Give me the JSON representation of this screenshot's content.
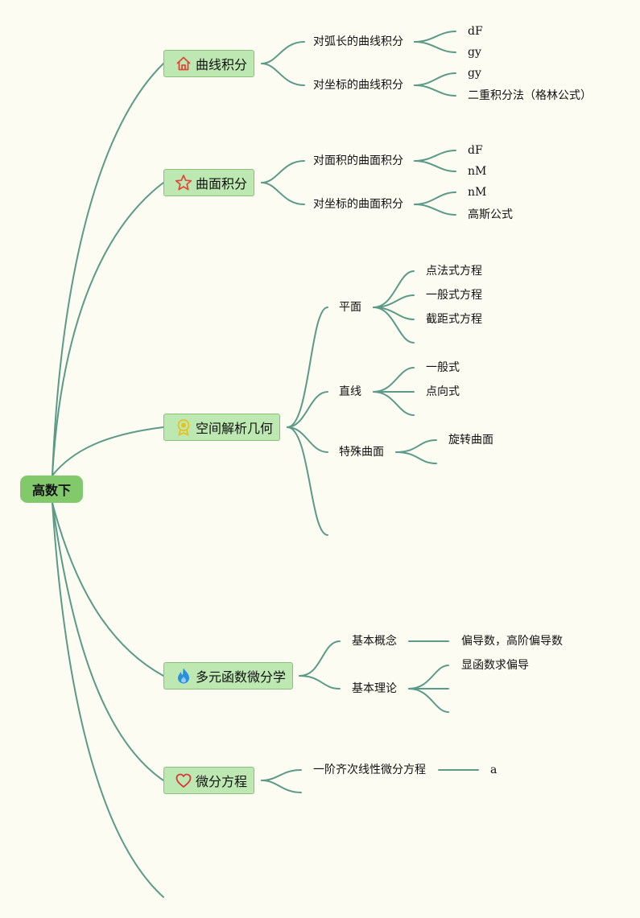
{
  "root": "高数下",
  "branches": [
    {
      "label": "曲线积分",
      "icon": "house-icon",
      "children": [
        {
          "label": "对弧长的曲线积分",
          "children": [
            "dF",
            "gy"
          ]
        },
        {
          "label": "对坐标的曲线积分",
          "children": [
            "gy",
            "二重积分法（格林公式）"
          ]
        }
      ]
    },
    {
      "label": "曲面积分",
      "icon": "star-icon",
      "children": [
        {
          "label": "对面积的曲面积分",
          "children": [
            "dF",
            "nM"
          ]
        },
        {
          "label": "对坐标的曲面积分",
          "children": [
            "nM",
            "高斯公式"
          ]
        }
      ]
    },
    {
      "label": "空间解析几何",
      "icon": "medal-icon",
      "children": [
        {
          "label": "平面",
          "children": [
            "点法式方程",
            "一般式方程",
            "截距式方程"
          ]
        },
        {
          "label": "直线",
          "children": [
            "一般式",
            "点向式"
          ]
        },
        {
          "label": "特殊曲面",
          "children": [
            "旋转曲面"
          ]
        }
      ]
    },
    {
      "label": "多元函数微分学",
      "icon": "flame-icon",
      "children": [
        {
          "label": "基本概念",
          "children": [
            "偏导数，高阶偏导数"
          ]
        },
        {
          "label": "基本理论",
          "children": [
            "显函数求偏导"
          ]
        }
      ]
    },
    {
      "label": "微分方程",
      "icon": "heart-icon",
      "children": [
        {
          "label": "一阶齐次线性微分方程",
          "children": [
            "a"
          ]
        }
      ]
    }
  ],
  "colors": {
    "background": "#fdfcf2",
    "root_fill": "#82c96c",
    "branch_fill": "#bde8b2",
    "branch_border": "#88c27a",
    "connector": "#5b9a89",
    "house_icon": "#e0463a",
    "star_icon": "#e0463a",
    "medal_icon": "#e8c21c",
    "flame_icon": "#2a8fe0",
    "heart_icon": "#d83a3a"
  }
}
